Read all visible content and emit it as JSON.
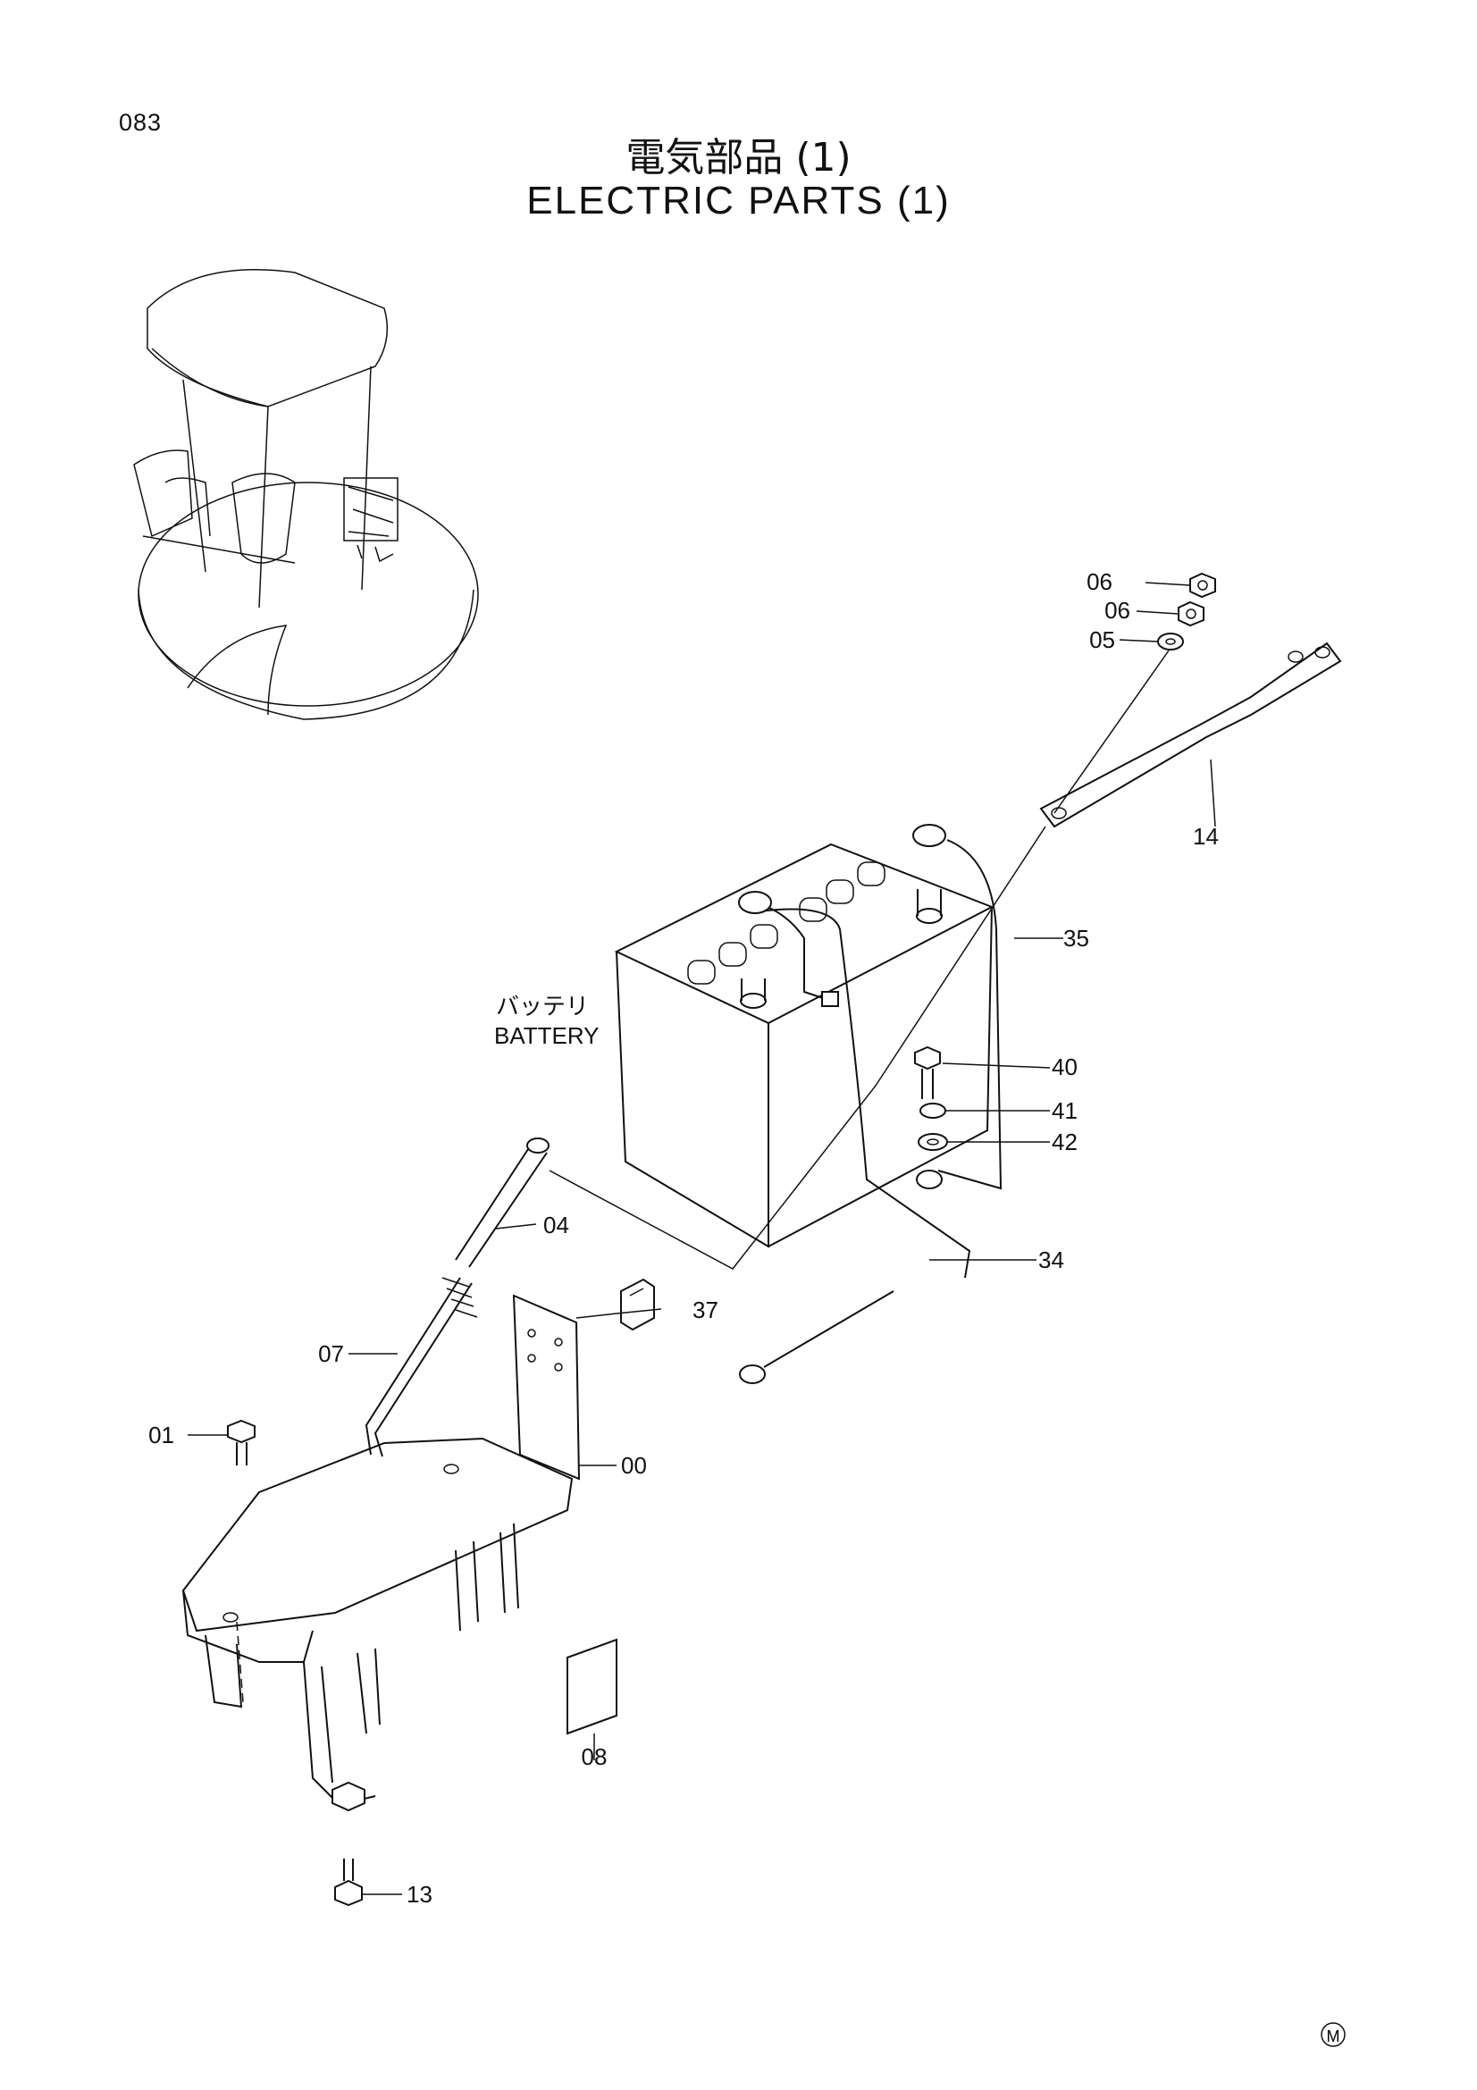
{
  "page": {
    "number": "083",
    "title_jp": "電気部品 (1)",
    "title_en": "ELECTRIC PARTS (1)"
  },
  "battery_label": {
    "jp": "バッテリ",
    "en": "BATTERY"
  },
  "callouts": [
    {
      "id": "00",
      "label": "00"
    },
    {
      "id": "01",
      "label": "01"
    },
    {
      "id": "04",
      "label": "04"
    },
    {
      "id": "05",
      "label": "05"
    },
    {
      "id": "06a",
      "label": "06"
    },
    {
      "id": "06b",
      "label": "06"
    },
    {
      "id": "07",
      "label": "07"
    },
    {
      "id": "08",
      "label": "08"
    },
    {
      "id": "13",
      "label": "13"
    },
    {
      "id": "14",
      "label": "14"
    },
    {
      "id": "34",
      "label": "34"
    },
    {
      "id": "35",
      "label": "35"
    },
    {
      "id": "37",
      "label": "37"
    },
    {
      "id": "40",
      "label": "40"
    },
    {
      "id": "41",
      "label": "41"
    },
    {
      "id": "42",
      "label": "42"
    }
  ],
  "mark": "M"
}
